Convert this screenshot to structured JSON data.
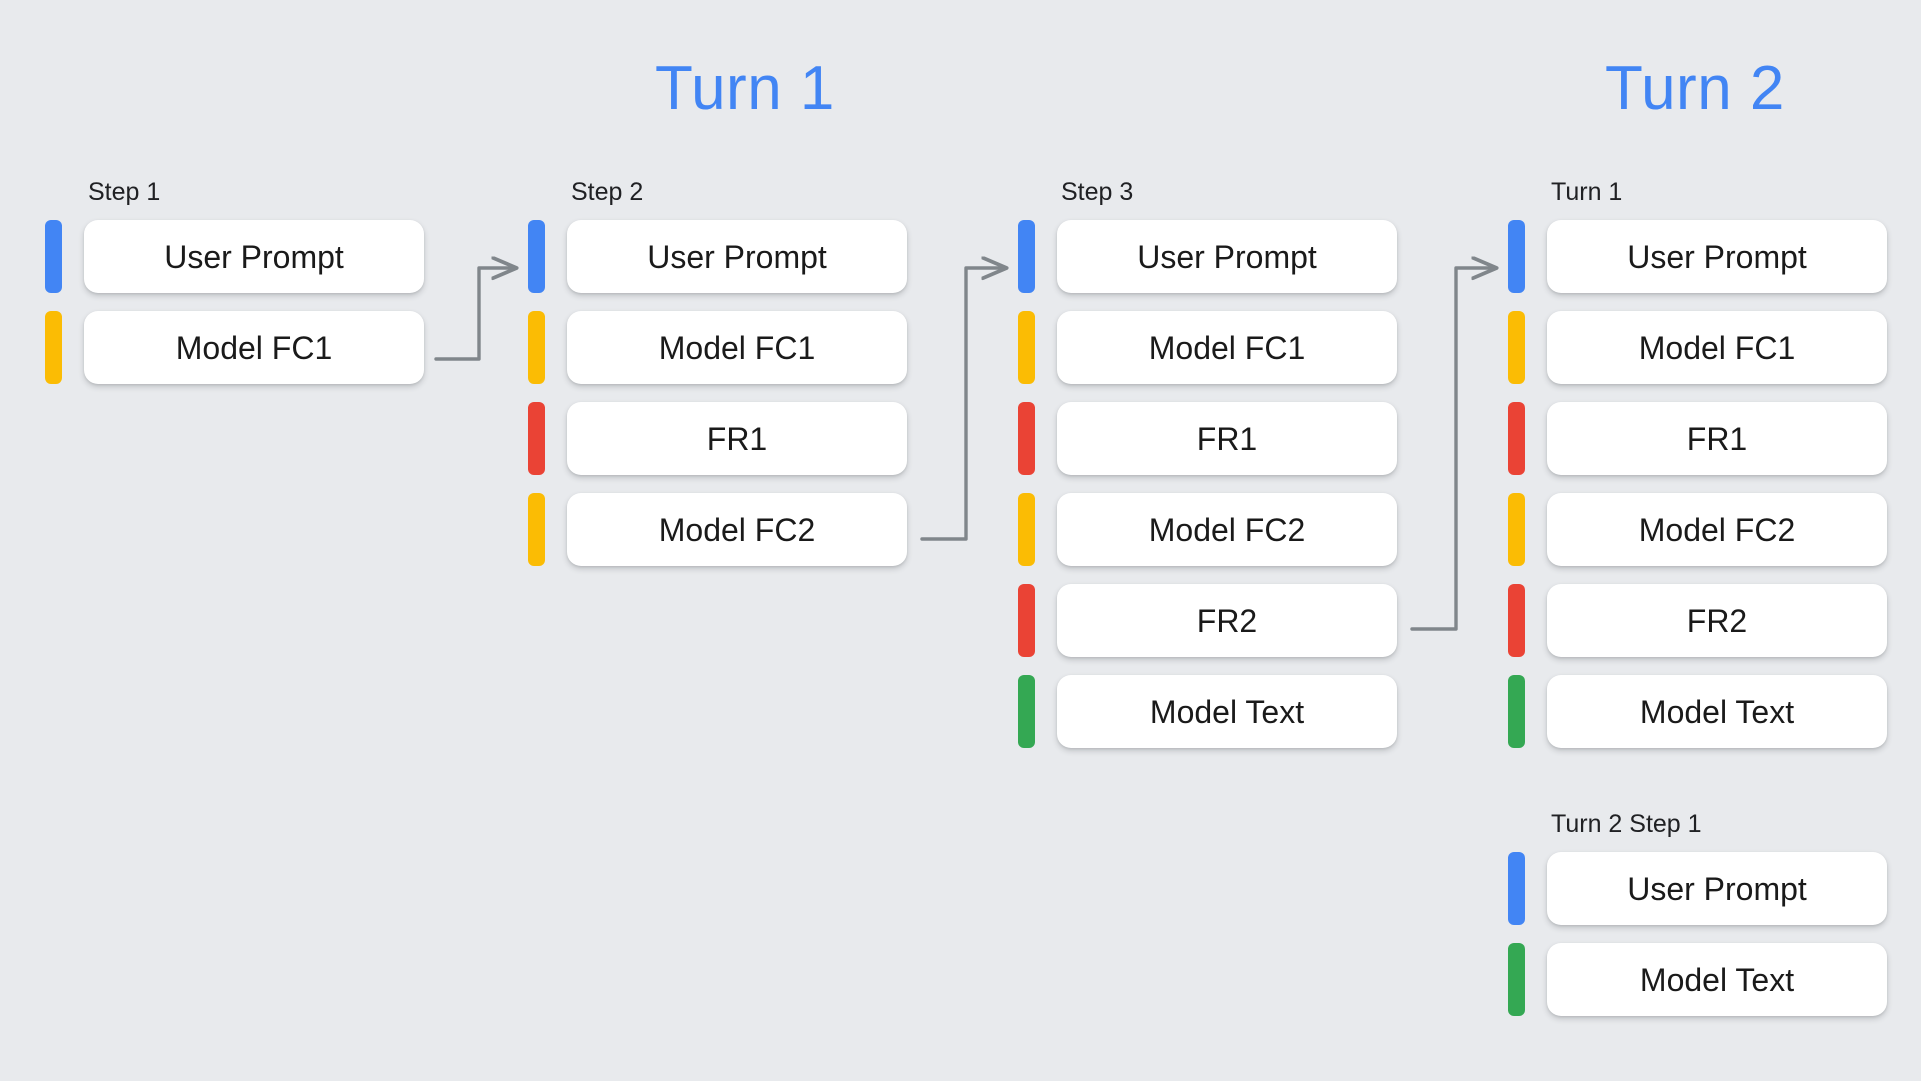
{
  "diagram": {
    "background_color": "#E8EAED",
    "turn_titles": [
      {
        "text": "Turn 1",
        "color": "#4285F4"
      },
      {
        "text": "Turn 2",
        "color": "#4285F4"
      }
    ],
    "palette": {
      "user_prompt": "#4285F4",
      "model_fc": "#FBBC04",
      "function_response": "#EA4335",
      "model_text": "#34A853",
      "card": "#FFFFFF",
      "arrow": "#80868B",
      "label_text": "#202124"
    },
    "legend_meaning": {
      "#4285F4": "user prompt",
      "#FBBC04": "model function call",
      "#EA4335": "function response",
      "#34A853": "model text"
    },
    "columns": [
      {
        "id": "step1",
        "label": "Step 1",
        "rows": [
          {
            "label": "User Prompt",
            "color": "#4285F4",
            "kind": "user-prompt"
          },
          {
            "label": "Model FC1",
            "color": "#FBBC04",
            "kind": "model-function-call"
          }
        ]
      },
      {
        "id": "step2",
        "label": "Step 2",
        "rows": [
          {
            "label": "User Prompt",
            "color": "#4285F4",
            "kind": "user-prompt"
          },
          {
            "label": "Model FC1",
            "color": "#FBBC04",
            "kind": "model-function-call"
          },
          {
            "label": "FR1",
            "color": "#EA4335",
            "kind": "function-response"
          },
          {
            "label": "Model FC2",
            "color": "#FBBC04",
            "kind": "model-function-call"
          }
        ]
      },
      {
        "id": "step3",
        "label": "Step 3",
        "rows": [
          {
            "label": "User Prompt",
            "color": "#4285F4",
            "kind": "user-prompt"
          },
          {
            "label": "Model FC1",
            "color": "#FBBC04",
            "kind": "model-function-call"
          },
          {
            "label": "FR1",
            "color": "#EA4335",
            "kind": "function-response"
          },
          {
            "label": "Model FC2",
            "color": "#FBBC04",
            "kind": "model-function-call"
          },
          {
            "label": "FR2",
            "color": "#EA4335",
            "kind": "function-response"
          },
          {
            "label": "Model Text",
            "color": "#34A853",
            "kind": "model-text"
          }
        ]
      },
      {
        "id": "turn1",
        "label": "Turn 1",
        "rows": [
          {
            "label": "User Prompt",
            "color": "#4285F4",
            "kind": "user-prompt"
          },
          {
            "label": "Model FC1",
            "color": "#FBBC04",
            "kind": "model-function-call"
          },
          {
            "label": "FR1",
            "color": "#EA4335",
            "kind": "function-response"
          },
          {
            "label": "Model FC2",
            "color": "#FBBC04",
            "kind": "model-function-call"
          },
          {
            "label": "FR2",
            "color": "#EA4335",
            "kind": "function-response"
          },
          {
            "label": "Model Text",
            "color": "#34A853",
            "kind": "model-text"
          }
        ]
      },
      {
        "id": "turn2step1",
        "label": "Turn 2 Step 1",
        "rows": [
          {
            "label": "User Prompt",
            "color": "#4285F4",
            "kind": "user-prompt"
          },
          {
            "label": "Model Text",
            "color": "#34A853",
            "kind": "model-text"
          }
        ]
      }
    ],
    "connectors": [
      {
        "id": "step1-to-step2",
        "from": "Model FC1 (Step 1)",
        "to": "Step 2"
      },
      {
        "id": "step2-to-step3",
        "from": "Model FC2 (Step 2)",
        "to": "Step 3"
      },
      {
        "id": "step3-to-turn1",
        "from": "FR2 (Step 3)",
        "to": "Turn 1"
      }
    ]
  }
}
